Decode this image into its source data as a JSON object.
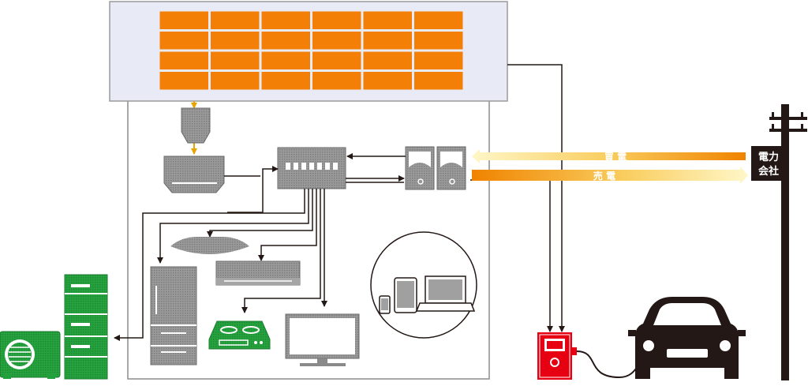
{
  "labels": {
    "buy": "買 電",
    "sell": "売 電",
    "company_line1": "電力",
    "company_line2": "会社"
  },
  "colors": {
    "panel": "#f47f06",
    "panel_frame_bg": "#e8ebf6",
    "gray": "#8a8a8a",
    "green": "#21a03b",
    "red": "#e60012",
    "dark": "#231815",
    "arrow_orange": "#f08300",
    "arrow_light": "#f9d46a"
  }
}
